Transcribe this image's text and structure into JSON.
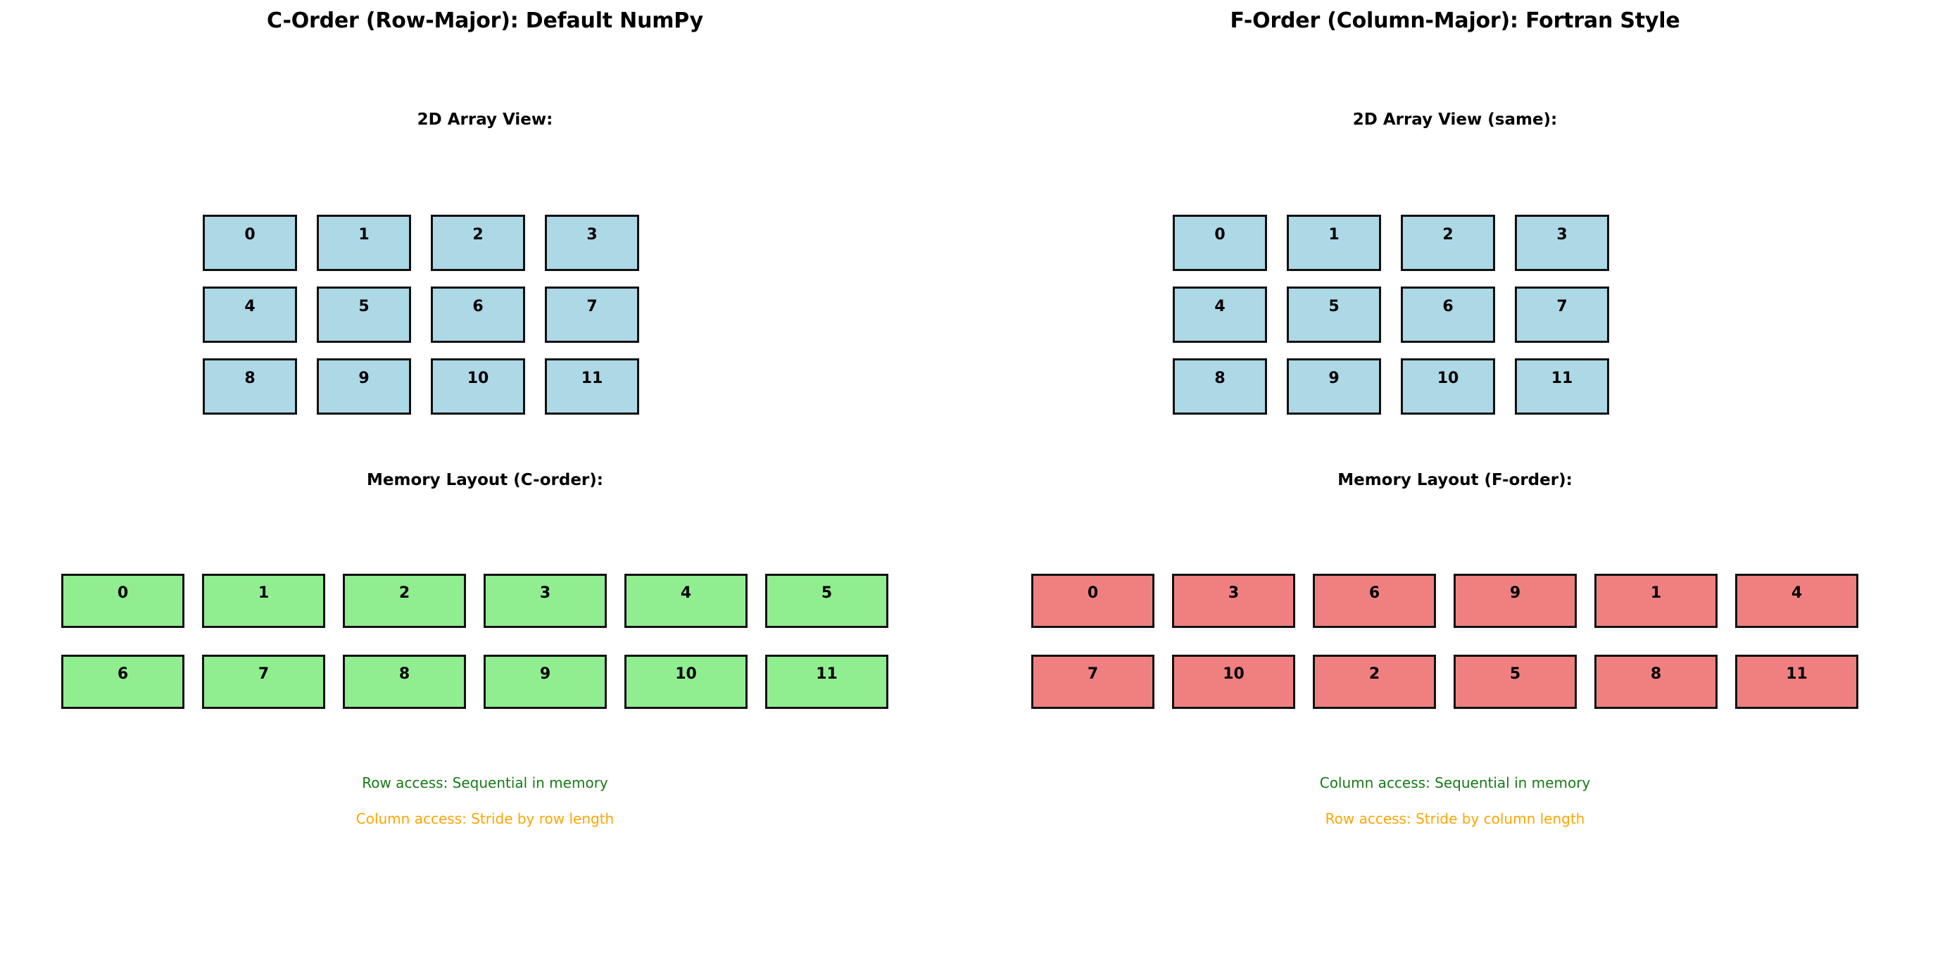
{
  "colors": {
    "array_cell": "#add8e6",
    "c_order_cell": "#90ee90",
    "f_order_cell": "#f08080",
    "border": "#111111",
    "sequential_note": "#157a15",
    "stride_note": "#ffa500",
    "background": "#ffffff"
  },
  "panels": {
    "left": {
      "title": "C-Order (Row-Major): Default NumPy",
      "array_label": "2D Array View:",
      "memory_label": "Memory Layout (C-order):",
      "array_rows": [
        [
          "0",
          "1",
          "2",
          "3"
        ],
        [
          "4",
          "5",
          "6",
          "7"
        ],
        [
          "8",
          "9",
          "10",
          "11"
        ]
      ],
      "memory_rows": [
        [
          "0",
          "1",
          "2",
          "3",
          "4",
          "5"
        ],
        [
          "6",
          "7",
          "8",
          "9",
          "10",
          "11"
        ]
      ],
      "note_sequential": "Row access: Sequential in memory",
      "note_stride": "Column access: Stride by row length"
    },
    "right": {
      "title": "F-Order (Column-Major): Fortran Style",
      "array_label": "2D Array View (same):",
      "memory_label": "Memory Layout (F-order):",
      "array_rows": [
        [
          "0",
          "1",
          "2",
          "3"
        ],
        [
          "4",
          "5",
          "6",
          "7"
        ],
        [
          "8",
          "9",
          "10",
          "11"
        ]
      ],
      "memory_rows": [
        [
          "0",
          "3",
          "6",
          "9",
          "1",
          "4"
        ],
        [
          "7",
          "10",
          "2",
          "5",
          "8",
          "11"
        ]
      ],
      "note_sequential": "Column access: Sequential in memory",
      "note_stride": "Row access: Stride by column length"
    }
  }
}
